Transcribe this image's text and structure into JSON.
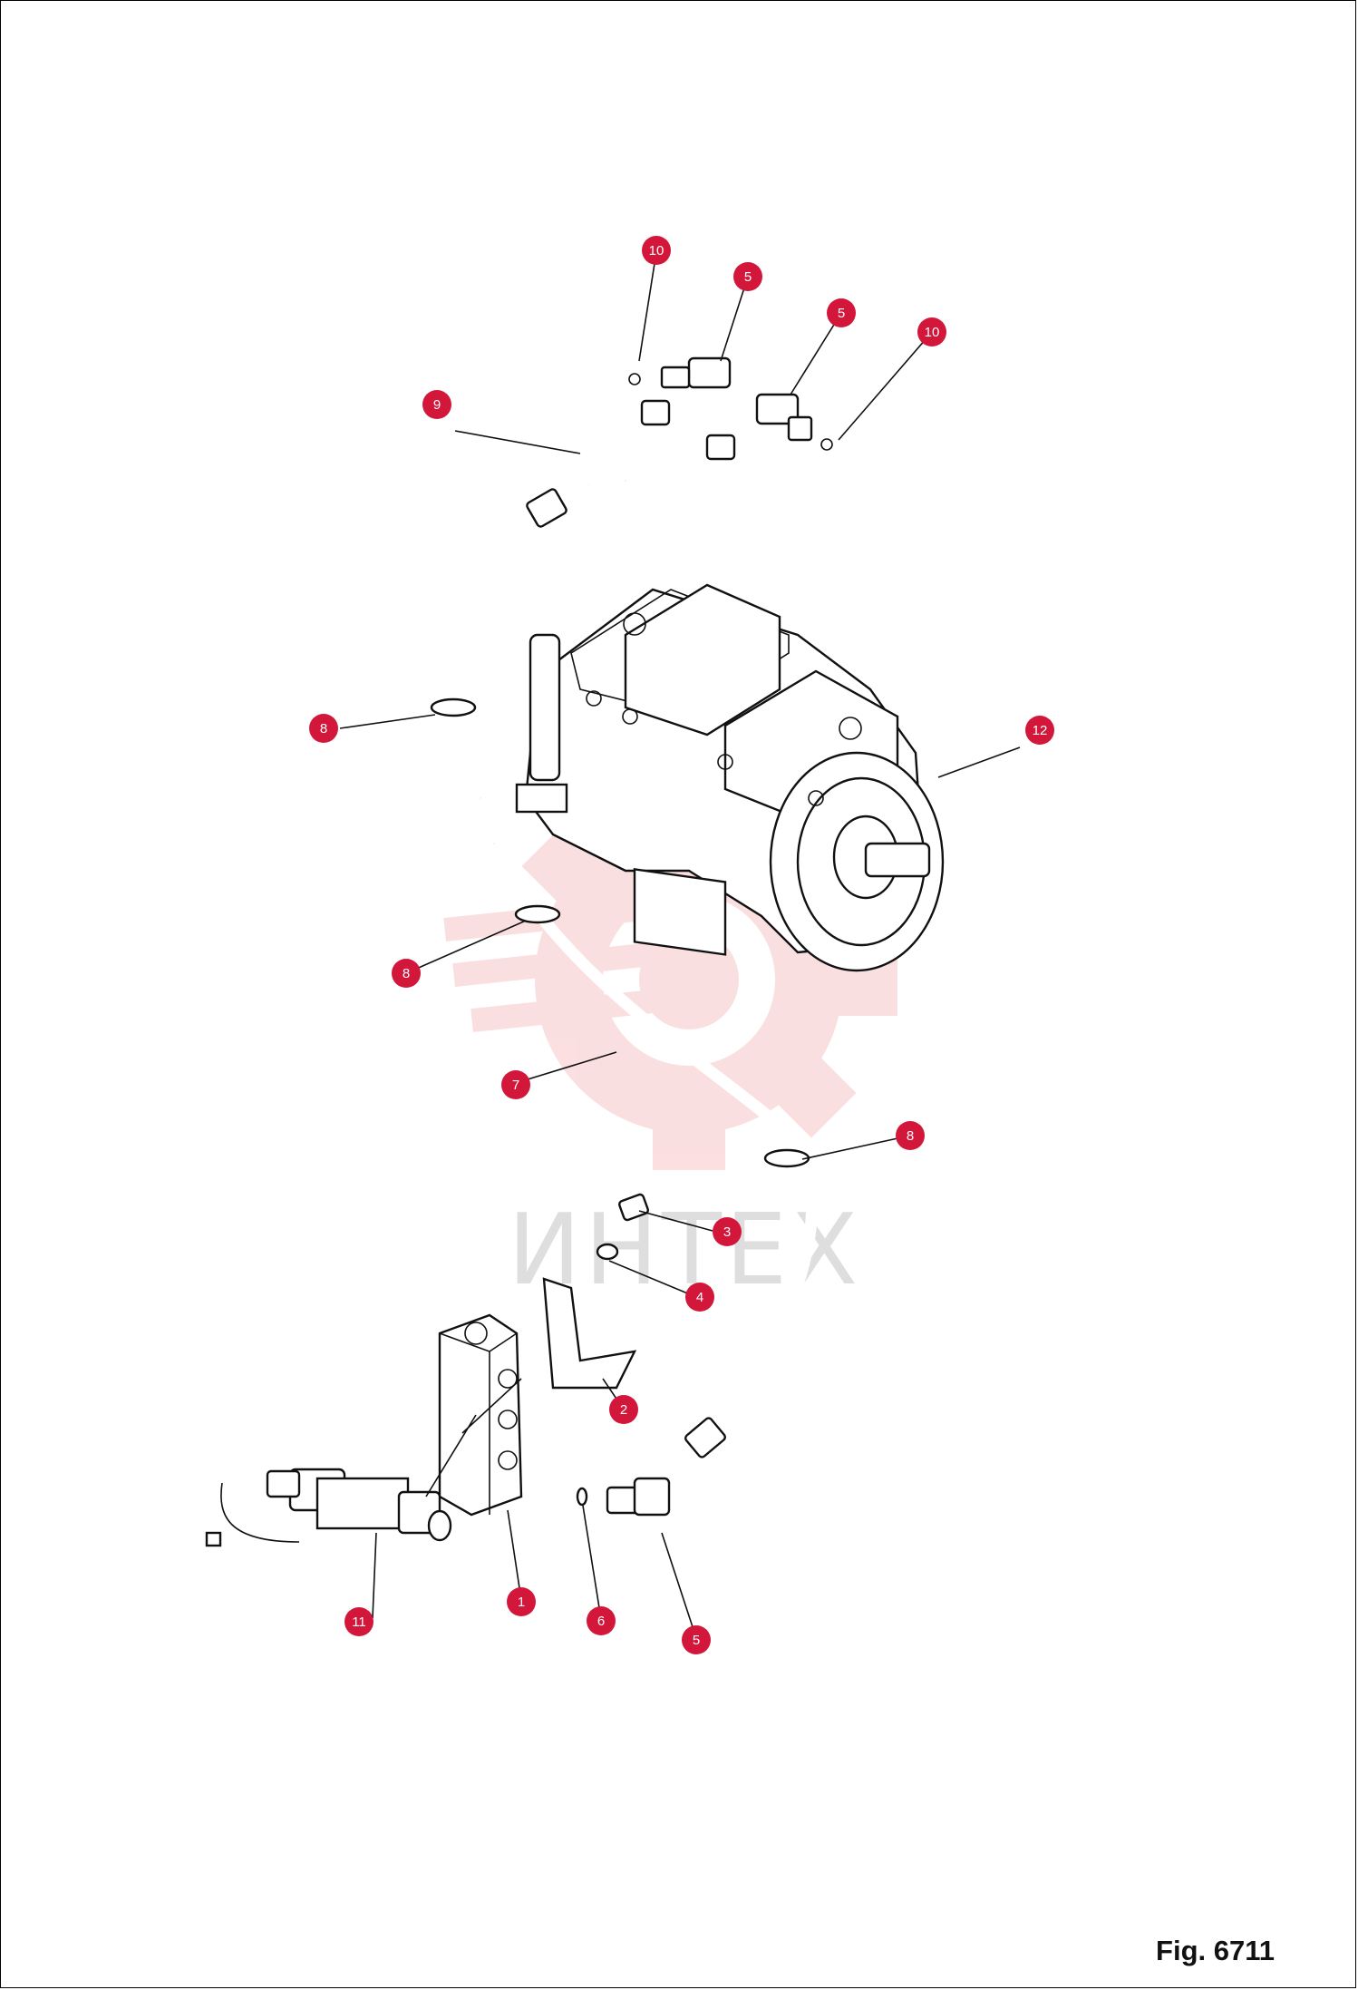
{
  "figure": {
    "label": "Fig. 6711"
  },
  "watermark": {
    "text": "ИНТЕХ",
    "color": "#f7c5c8"
  },
  "colors": {
    "callout_fill": "#d2173a",
    "callout_text": "#ffffff",
    "line": "#111111"
  },
  "callouts": [
    {
      "id": "c10a",
      "number": "10"
    },
    {
      "id": "c5a",
      "number": "5"
    },
    {
      "id": "c5b",
      "number": "5"
    },
    {
      "id": "c10b",
      "number": "10"
    },
    {
      "id": "c9",
      "number": "9"
    },
    {
      "id": "c8a",
      "number": "8"
    },
    {
      "id": "c12",
      "number": "12"
    },
    {
      "id": "c8b",
      "number": "8"
    },
    {
      "id": "c7",
      "number": "7"
    },
    {
      "id": "c8c",
      "number": "8"
    },
    {
      "id": "c3",
      "number": "3"
    },
    {
      "id": "c4",
      "number": "4"
    },
    {
      "id": "c2",
      "number": "2"
    },
    {
      "id": "c11",
      "number": "11"
    },
    {
      "id": "c1",
      "number": "1"
    },
    {
      "id": "c6",
      "number": "6"
    },
    {
      "id": "c5c",
      "number": "5"
    }
  ]
}
